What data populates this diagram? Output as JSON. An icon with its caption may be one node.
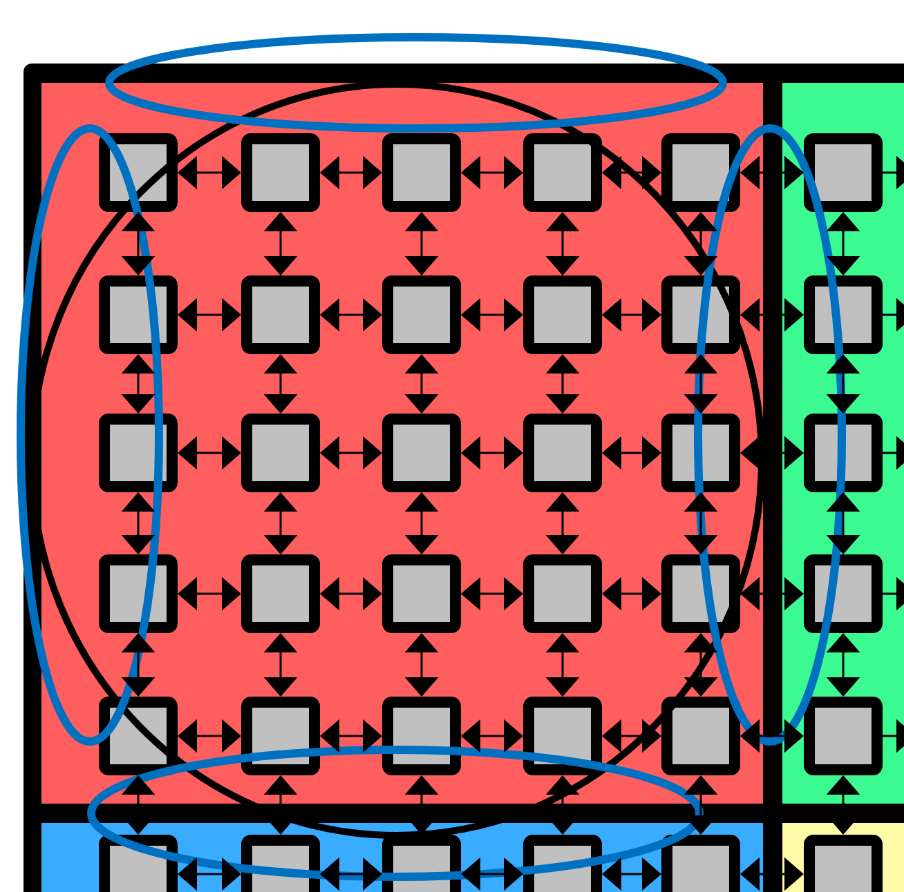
{
  "diagram": {
    "nodes": [
      {
        "text": [],
        "shape": "box"
      },
      {
        "text": [],
        "shape": "box",
        "in": 0
      },
      {
        "text": [],
        "shape": "box",
        "in": 0
      },
      {
        "text": [],
        "shape": "box",
        "in": 0
      },
      {
        "text": [],
        "shape": "box",
        "in": 0
      },
      {
        "text": [],
        "shape": "box",
        "in": 0
      },
      {
        "text": [],
        "shape": "box",
        "in": 0
      },
      {
        "text": [],
        "shape": "box",
        "in": 0
      },
      {
        "text": [],
        "shape": "box",
        "in": 0
      },
      {
        "text": [],
        "shape": "box",
        "in": 0
      },
      {
        "text": [],
        "shape": "box",
        "in": 0
      },
      {
        "text": [],
        "shape": "box",
        "in": 0
      },
      {
        "text": [],
        "shape": "box",
        "in": 0
      },
      {
        "text": [],
        "shape": "box",
        "in": 0
      },
      {
        "text": [],
        "shape": "box",
        "in": 0
      },
      {
        "text": [],
        "shape": "box",
        "in": 0
      },
      {
        "text": [],
        "shape": "box",
        "in": 0
      },
      {
        "text": [],
        "shape": "box",
        "in": 0
      },
      {
        "text": [],
        "shape": "box",
        "in": 0
      },
      {
        "text": [],
        "shape": "box",
        "in": 0
      },
      {
        "text": [],
        "shape": "box",
        "in": 0
      },
      {
        "text": [],
        "shape": "box",
        "in": 0
      },
      {
        "text": [],
        "shape": "box",
        "in": 0
      },
      {
        "text": [],
        "shape": "box",
        "in": 0
      },
      {
        "text": [],
        "shape": "box",
        "in": 0
      },
      {
        "text": [],
        "shape": "box",
        "in": 0
      },
      {
        "text": [],
        "shape": "box"
      },
      {
        "text": [],
        "shape": "box",
        "in": 26
      },
      {
        "text": [],
        "shape": "box",
        "in": 26
      },
      {
        "text": [],
        "shape": "box",
        "in": 26
      },
      {
        "text": [],
        "shape": "box",
        "in": 26
      },
      {
        "text": [],
        "shape": "box",
        "in": 26
      },
      {
        "text": [],
        "shape": "box"
      },
      {
        "text": [],
        "shape": "box",
        "in": 32
      },
      {
        "text": [],
        "shape": "box",
        "in": 32
      },
      {
        "text": [],
        "shape": "box",
        "in": 32
      },
      {
        "text": [],
        "shape": "box",
        "in": 32
      },
      {
        "text": [],
        "shape": "box",
        "in": 32
      },
      {
        "text": [],
        "shape": "box"
      },
      {
        "text": [],
        "shape": "box",
        "in": 38
      }
    ],
    "edges": [
      {
        "from": 1,
        "to": 2,
        "arrow": "both"
      },
      {
        "from": 2,
        "to": 3,
        "arrow": "both"
      },
      {
        "from": 3,
        "to": 4,
        "arrow": "both"
      },
      {
        "from": 4,
        "to": 5,
        "arrow": "both"
      },
      {
        "from": 5,
        "to": 27,
        "arrow": "both"
      },
      {
        "from": 6,
        "to": 7,
        "arrow": "both"
      },
      {
        "from": 7,
        "to": 8,
        "arrow": "both"
      },
      {
        "from": 8,
        "to": 9,
        "arrow": "both"
      },
      {
        "from": 9,
        "to": 10,
        "arrow": "both"
      },
      {
        "from": 10,
        "to": 28,
        "arrow": "both"
      },
      {
        "from": 11,
        "to": 12,
        "arrow": "both"
      },
      {
        "from": 12,
        "to": 13,
        "arrow": "both"
      },
      {
        "from": 13,
        "to": 14,
        "arrow": "both"
      },
      {
        "from": 14,
        "to": 15,
        "arrow": "both"
      },
      {
        "from": 15,
        "to": 29,
        "arrow": "both"
      },
      {
        "from": 16,
        "to": 17,
        "arrow": "both"
      },
      {
        "from": 17,
        "to": 18,
        "arrow": "both"
      },
      {
        "from": 18,
        "to": 19,
        "arrow": "both"
      },
      {
        "from": 19,
        "to": 20,
        "arrow": "both"
      },
      {
        "from": 20,
        "to": 30,
        "arrow": "both"
      },
      {
        "from": 21,
        "to": 22,
        "arrow": "both"
      },
      {
        "from": 22,
        "to": 23,
        "arrow": "both"
      },
      {
        "from": 23,
        "to": 24,
        "arrow": "both"
      },
      {
        "from": 24,
        "to": 25,
        "arrow": "both"
      },
      {
        "from": 25,
        "to": 31,
        "arrow": "both"
      },
      {
        "from": 33,
        "to": 34,
        "arrow": "both"
      },
      {
        "from": 34,
        "to": 35,
        "arrow": "both"
      },
      {
        "from": 35,
        "to": 36,
        "arrow": "both"
      },
      {
        "from": 36,
        "to": 37,
        "arrow": "both"
      },
      {
        "from": 37,
        "to": 39,
        "arrow": "both"
      },
      {
        "from": 1,
        "to": 6,
        "arrow": "both"
      },
      {
        "from": 6,
        "to": 11,
        "arrow": "both"
      },
      {
        "from": 11,
        "to": 16,
        "arrow": "both"
      },
      {
        "from": 16,
        "to": 21,
        "arrow": "both"
      },
      {
        "from": 21,
        "to": 33,
        "arrow": "both"
      },
      {
        "from": 2,
        "to": 7,
        "arrow": "both"
      },
      {
        "from": 7,
        "to": 12,
        "arrow": "both"
      },
      {
        "from": 12,
        "to": 17,
        "arrow": "both"
      },
      {
        "from": 17,
        "to": 22,
        "arrow": "both"
      },
      {
        "from": 22,
        "to": 34,
        "arrow": "both"
      },
      {
        "from": 3,
        "to": 8,
        "arrow": "both"
      },
      {
        "from": 8,
        "to": 13,
        "arrow": "both"
      },
      {
        "from": 13,
        "to": 18,
        "arrow": "both"
      },
      {
        "from": 18,
        "to": 23,
        "arrow": "both"
      },
      {
        "from": 23,
        "to": 35,
        "arrow": "both"
      },
      {
        "from": 4,
        "to": 9,
        "arrow": "both"
      },
      {
        "from": 9,
        "to": 14,
        "arrow": "both"
      },
      {
        "from": 14,
        "to": 19,
        "arrow": "both"
      },
      {
        "from": 19,
        "to": 24,
        "arrow": "both"
      },
      {
        "from": 24,
        "to": 36,
        "arrow": "both"
      },
      {
        "from": 5,
        "to": 10,
        "arrow": "both"
      },
      {
        "from": 10,
        "to": 15,
        "arrow": "both"
      },
      {
        "from": 15,
        "to": 20,
        "arrow": "both"
      },
      {
        "from": 20,
        "to": 25,
        "arrow": "both"
      },
      {
        "from": 25,
        "to": 37,
        "arrow": "both"
      },
      {
        "from": 27,
        "to": 28,
        "arrow": "both"
      },
      {
        "from": 28,
        "to": 29,
        "arrow": "both"
      },
      {
        "from": 29,
        "to": 30,
        "arrow": "both"
      },
      {
        "from": 30,
        "to": 31,
        "arrow": "both"
      },
      {
        "from": 31,
        "to": 39,
        "arrow": "both"
      },
      {
        "from": 27,
        "to": null,
        "arrow": "to"
      },
      {
        "from": 28,
        "to": null,
        "arrow": "to"
      },
      {
        "from": 29,
        "to": null,
        "arrow": "to"
      },
      {
        "from": 30,
        "to": null,
        "arrow": "to"
      },
      {
        "from": 31,
        "to": null,
        "arrow": "to"
      }
    ]
  }
}
